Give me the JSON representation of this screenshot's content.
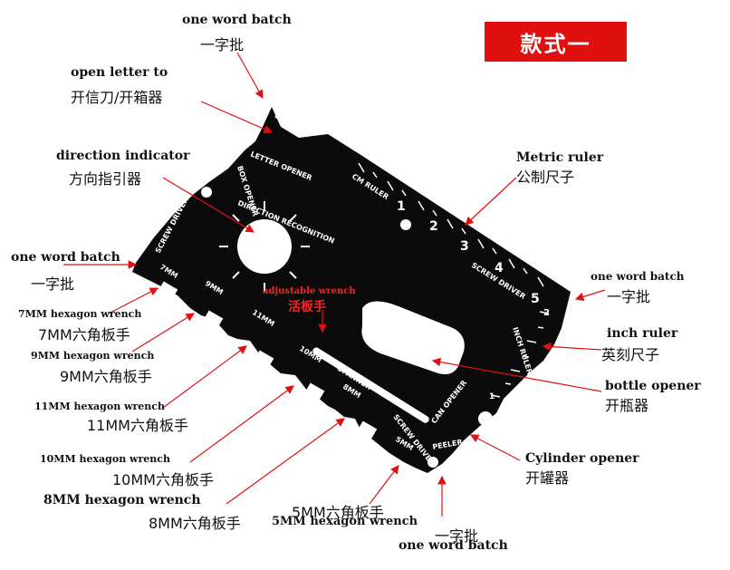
{
  "style_badge": "款式一",
  "labels": {
    "top_word_batch_en": "one word batch",
    "top_word_batch_cn": "一字批",
    "open_letter_en": "open letter to",
    "open_letter_cn": "开信刀/开箱器",
    "direction_en": "direction indicator",
    "direction_cn": "方向指引器",
    "left_word_batch_en": "one word batch",
    "left_word_batch_cn": "一字批",
    "hex7_en": "7MM hexagon wrench",
    "hex7_cn": "7MM六角板手",
    "hex9_en": "9MM hexagon wrench",
    "hex9_cn": "9MM六角板手",
    "hex11_en": "11MM hexagon wrench",
    "hex11_cn": "11MM六角板手",
    "hex10_en": "10MM hexagon wrench",
    "hex10_cn": "10MM六角板手",
    "hex8_en": "8MM hexagon wrench",
    "hex8_cn": "8MM六角板手",
    "hex5_cn": "5MM六角板手",
    "hex5_en": "5MM hexagon wrench",
    "bottom_word_batch_cn": "一字批",
    "bottom_word_batch_en": "one word batch",
    "metric_en": "Metric ruler",
    "metric_cn": "公制尺子",
    "right_word_batch_en": "one word batch",
    "right_word_batch_cn": "一字批",
    "inch_en": "inch ruler",
    "inch_cn": "英刻尺子",
    "bottle_en": "bottle opener",
    "bottle_cn": "开瓶器",
    "cylinder_en": "Cylinder opener",
    "cylinder_cn": "开罐器",
    "adjustable_en": "adjustable wrench",
    "adjustable_cn": "活板手"
  },
  "card_text": {
    "letter_opener": "LETTER OPENER",
    "box_opener": "BOX OPENER",
    "cm_ruler": "CM RULER",
    "direction_recognition": "DIRECTION RECOGNITION",
    "screw_driver_left": "SCREW DRIVER",
    "screw_driver_right": "SCREW DRIVER",
    "inch_ruler": "INCH RULER",
    "spanner": "SPANNER",
    "can_opener": "CAN OPENER",
    "screw_driver_bottom": "SCREW DRIVER",
    "peeler": "PEELER",
    "mm7": "7MM",
    "mm9": "9MM",
    "mm11": "11MM",
    "mm10": "10MM",
    "mm8": "8MM",
    "mm5": "5MM",
    "cm_numbers": [
      "1",
      "2",
      "3",
      "4",
      "5"
    ],
    "inch_number": "2",
    "inch_small": "1"
  },
  "colors": {
    "badge_bg": "#e01010",
    "arrow": "#e01010",
    "card": "#0b0b0b",
    "card_text": "#ffffff"
  }
}
